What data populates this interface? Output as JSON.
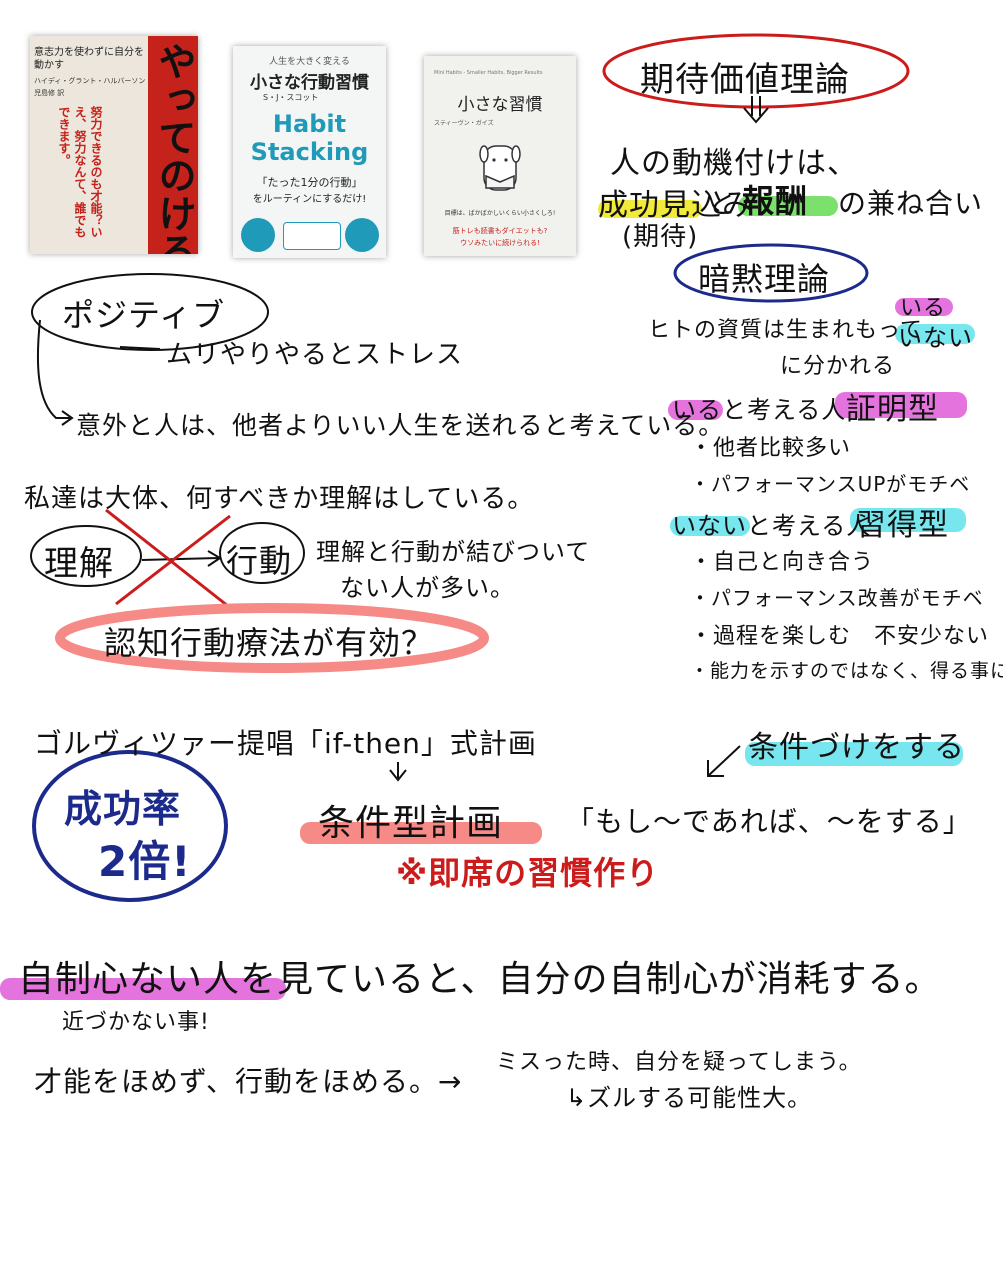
{
  "books": {
    "b1": {
      "subtitle": "意志力を使わずに自分を動かす",
      "author": "ハイディ・グラント・ハルバーソン",
      "translator": "児島修 訳",
      "title": "やってのける",
      "tagline": "努力できるのも才能？いえ、努力なんて、誰でもできます。"
    },
    "b2": {
      "tagline": "人生を大きく変える",
      "title": "小さな行動習慣",
      "author": "S・J・スコット",
      "title_en_1": "Habit",
      "title_en_2": "Stacking",
      "catch1": "「たった1分の行動」",
      "catch2": "をルーティンにするだけ!"
    },
    "b3": {
      "en": "Mini Habits - Smaller Habits, Bigger Results",
      "title": "小さな習慣",
      "author": "スティーヴン・ガイズ",
      "q": "目標は、ばかばかしいくらい小さくしろ!",
      "c1": "筋トレも読書もダイエットも?",
      "c2": "ウソみたいに続けられる!"
    }
  },
  "notes": {
    "t_kitai": "期待価値理論",
    "t_doukizuke": "人の動機付けは、",
    "t_seikou": "成功見込み",
    "t_to": "と",
    "t_houshu": "報酬",
    "t_kanenai": "の兼ね合い",
    "t_kitai_paren": "(期待)",
    "t_anmoku": "暗黙理論",
    "t_iru_top": "いる",
    "t_hito_sainou": "ヒトの資質は生まれもって",
    "t_inai_top": "いない",
    "t_wakareru": "に分かれる",
    "t_iru_kangaeru": "いると考える人",
    "t_shoumeigata": "証明型",
    "t_tasha": "・他者比較多い",
    "t_perf_up": "・パフォーマンスUPがモチベ",
    "t_inai_kangaeru": "いないと考える人",
    "t_shuutokugata": "習得型",
    "t_jibun": "・自己と向き合う",
    "t_perf_kaizen": "・パフォーマンス改善がモチベ",
    "t_katei": "・過程を楽しむ　不安少ない",
    "t_nouryoku": "・能力を示すのではなく、得る事に注力",
    "t_positive": "ポジティブ",
    "t_muri": "ムリやりやるとストレス",
    "t_igai": "意外と人は、他者よりいい人生を送れると考えている。",
    "t_watashitachi": "私達は大体、何すべきか理解はしている。",
    "t_rikai": "理解",
    "t_koudou": "行動",
    "t_musubi1": "理解と行動が結びついて",
    "t_musubi2": "ない人が多い。",
    "t_ninchi": "認知行動療法が有効？",
    "t_goru": "ゴルヴィツァー提唱「if-then」式計画",
    "t_jouken_suru": "条件づけをする",
    "t_seikouritsu1": "成功率",
    "t_seikouritsu2": "2倍!",
    "t_moshi": "「もし〜であれば、〜をする」",
    "t_joukengata": "条件型計画",
    "t_sokuseki": "※即席の習慣作り",
    "t_jisei": "自制心ない人を見ていると、自分の自制心が消耗する。",
    "t_chikazukanai": "近づかない事!",
    "t_sainou": "才能をほめず、行動をほめる。→",
    "t_misu": "ミスった時、自分を疑ってしまう。",
    "t_zuru": "↳ズルする可能性大。"
  },
  "colors": {
    "red_ink": "#cc1b1b",
    "blue_ink": "#1c2a8c",
    "pink": "#f07fb4",
    "yellow": "#f2ea3a",
    "green": "#7ce06c",
    "cyan": "#78e6ef",
    "salmon": "#f58a86",
    "magenta": "#e05ad8"
  }
}
